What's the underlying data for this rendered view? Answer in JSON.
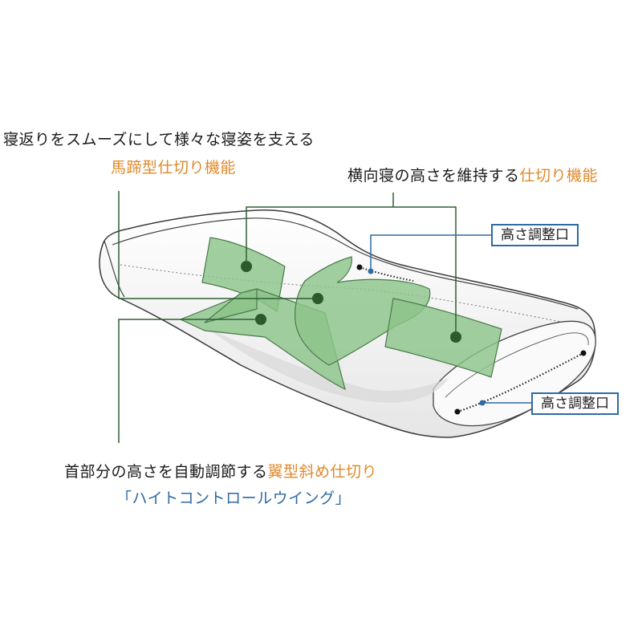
{
  "callouts": {
    "hoof": {
      "line1": "寝返りをスムーズにして様々な寝姿を支える",
      "line2": "馬蹄型仕切り機能"
    },
    "side": {
      "text": "横向寝の高さを維持する",
      "highlight": "仕切り機能"
    },
    "wing": {
      "text": "首部分の高さを自動調節する",
      "highlight": "翼型斜め仕切り",
      "name": "「ハイトコントロールウイング」"
    },
    "port_top": "高さ調整口",
    "port_bottom": "高さ調整口"
  },
  "colors": {
    "partition_green": "#8cc48a",
    "partition_stroke": "#4a7a4a",
    "leader_green": "#2f5e34",
    "leader_blue": "#2e6aa3",
    "orange_text": "#e0892a",
    "blue_text": "#2e6aa3"
  }
}
